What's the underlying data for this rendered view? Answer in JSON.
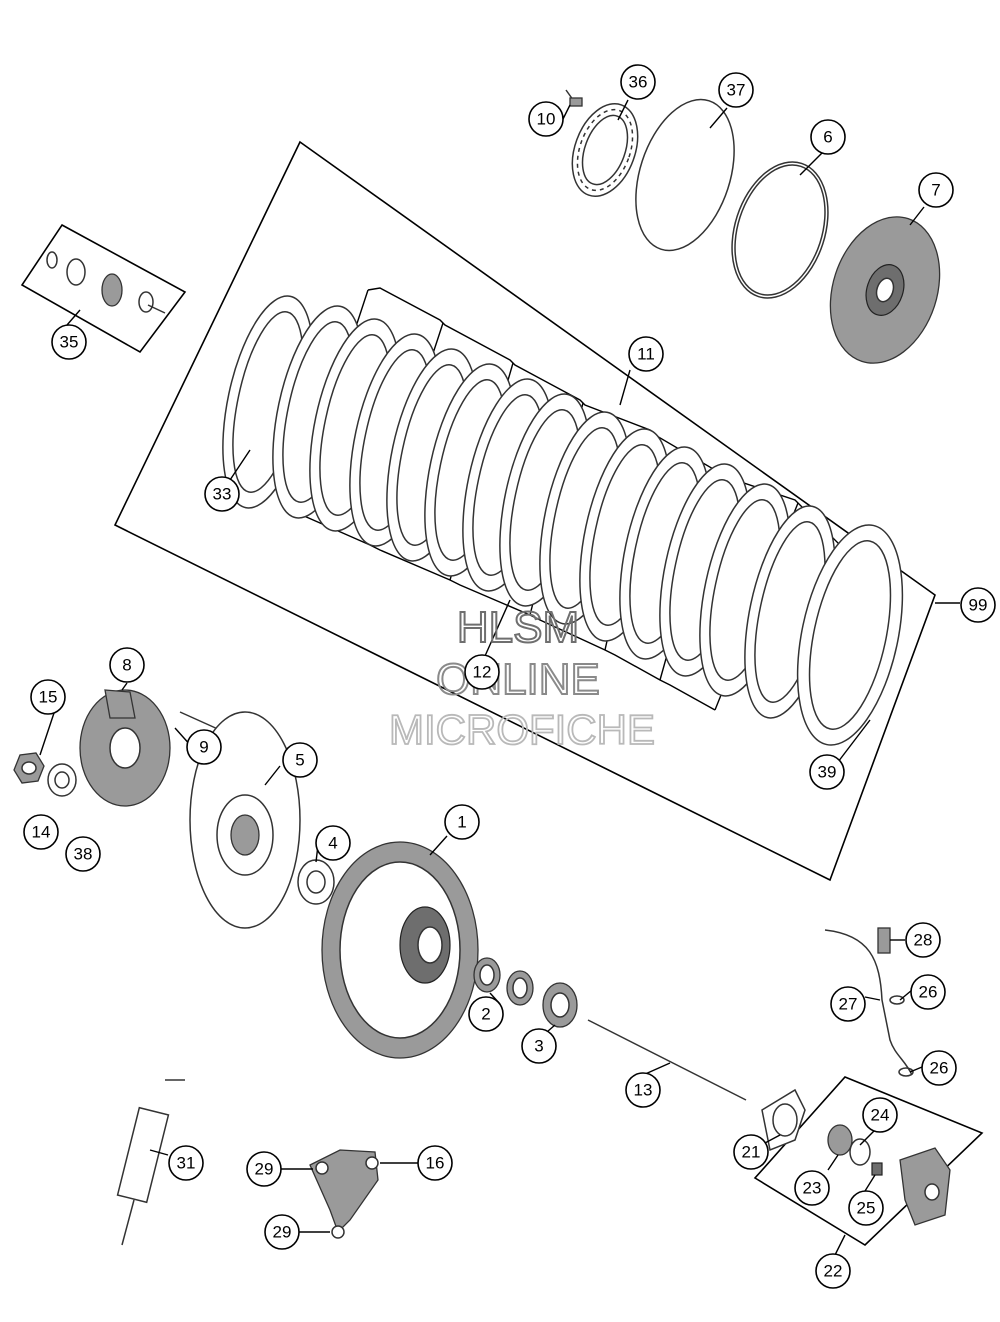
{
  "watermark": {
    "line1": "HLSM",
    "line2": "ONLINE",
    "line3": "MICROFICHE",
    "color1": "#6f6f6f",
    "color2": "#8a8a8a",
    "color3": "#b9b9b9"
  },
  "callouts": {
    "c1": "1",
    "c2": "2",
    "c3": "3",
    "c4": "4",
    "c5": "5",
    "c6": "6",
    "c7": "7",
    "c8": "8",
    "c9": "9",
    "c10": "10",
    "c11": "11",
    "c12": "12",
    "c13": "13",
    "c14": "14",
    "c15": "15",
    "c16": "16",
    "c21": "21",
    "c22": "22",
    "c23": "23",
    "c24": "24",
    "c25": "25",
    "c26a": "26",
    "c26b": "26",
    "c27": "27",
    "c28": "28",
    "c29a": "29",
    "c29b": "29",
    "c31": "31",
    "c33": "33",
    "c35": "35",
    "c36": "36",
    "c37": "37",
    "c38": "38",
    "c39": "39",
    "c99": "99"
  },
  "colors": {
    "line": "#000000",
    "part_gray": "#9a9a9a",
    "part_dark": "#6e6e6e"
  }
}
